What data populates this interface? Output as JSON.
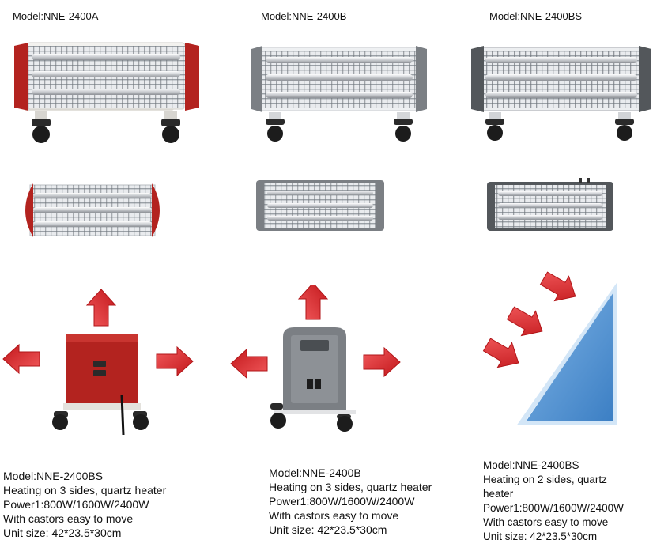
{
  "columns": [
    {
      "header": "Model:NNE-2400A",
      "accent": "#b3231f",
      "description": {
        "model": "Model:NNE-2400BS",
        "heating": "Heating on 3 sides, quartz heater",
        "power": "Power1:800W/1600W/2400W",
        "castors": "With castors easy to move",
        "size": "Unit size: 42*23.5*30cm"
      }
    },
    {
      "header": "Model:NNE-2400B",
      "accent": "#7b7f84",
      "description": {
        "model": "Model:NNE-2400B",
        "heating": "Heating on 3 sides, quartz heater",
        "power": "Power1:800W/1600W/2400W",
        "castors": "With castors easy to move",
        "size": "Unit size: 42*23.5*30cm"
      }
    },
    {
      "header": "Model:NNE-2400BS",
      "accent": "#53575b",
      "description": {
        "model": "Model:NNE-2400BS",
        "heating": "Heating on 2 sides, quartz heater",
        "power": "Power1:800W/1600W/2400W",
        "castors": "With castors easy to move",
        "size": "Unit size: 42*23.5*30cm"
      }
    }
  ],
  "colors": {
    "heat_arrow": "#e4282b",
    "panel_blue": "#4a8fd4",
    "heater_red": "#b3231f",
    "heater_grey": "#7b7f84",
    "heater_dark": "#53575b"
  }
}
